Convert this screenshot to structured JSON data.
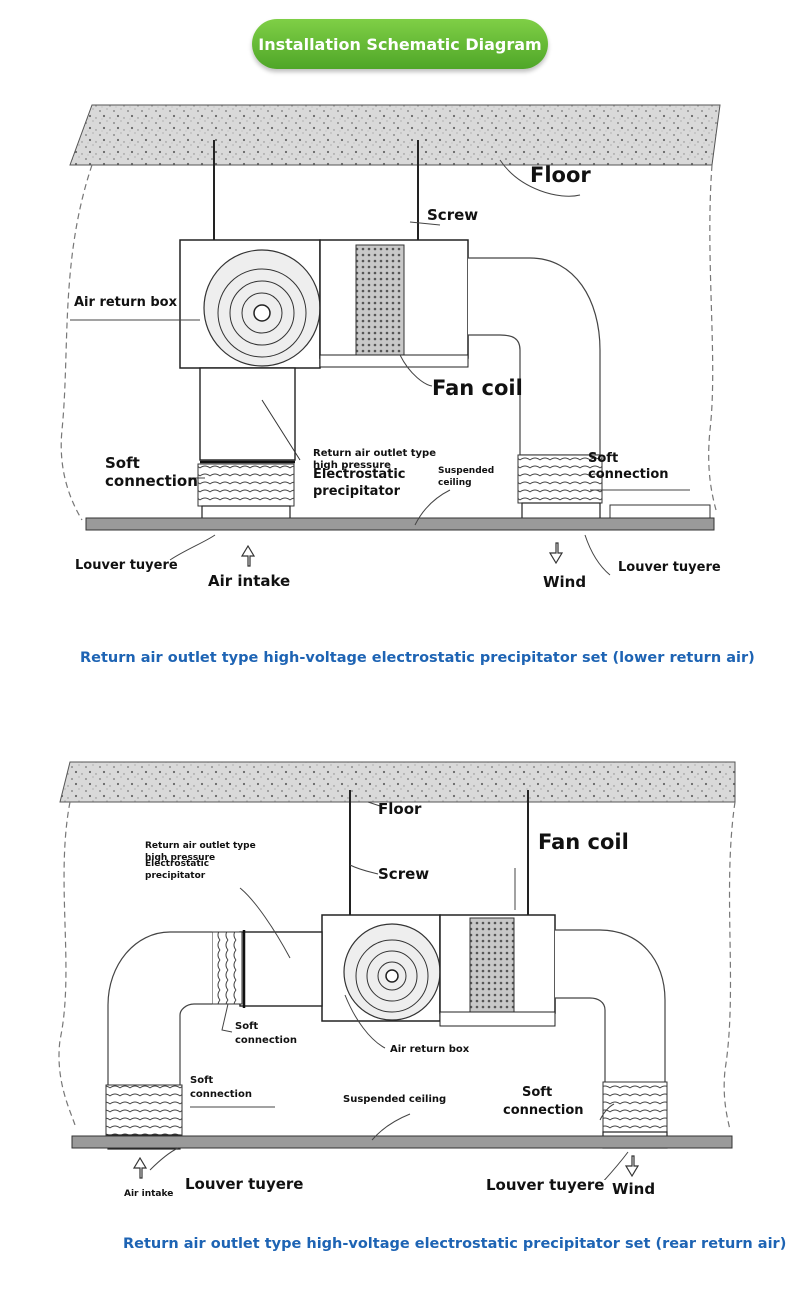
{
  "header": {
    "title": "Installation Schematic Diagram"
  },
  "diagram_lower": {
    "floor": "Floor",
    "screw": "Screw",
    "air_return_box": "Air return box",
    "fan_coil": "Fan coil",
    "precipitator_l1": "Return air outlet type",
    "precipitator_l2": "high pressure",
    "precipitator_l3": "Electrostatic",
    "precipitator_l4": "precipitator",
    "soft_left_1": "Soft",
    "soft_left_2": "connection",
    "suspended_1": "Suspended",
    "suspended_2": "ceiling",
    "soft_right_1": "Soft",
    "soft_right_2": "connection",
    "louver_left": "Louver tuyere",
    "air_intake": "Air intake",
    "wind": "Wind",
    "louver_right": "Louver tuyere",
    "caption": "Return air outlet type high-voltage electrostatic precipitator set (lower return air)"
  },
  "diagram_rear": {
    "floor": "Floor",
    "fan_coil": "Fan coil",
    "precipitator_l1": "Return air outlet type",
    "precipitator_l2": "high pressure",
    "precipitator_l3": "Electrostatic",
    "precipitator_l4": "precipitator",
    "screw": "Screw",
    "soft_mid_1": "Soft",
    "soft_mid_2": "connection",
    "air_return_box": "Air return box",
    "soft_left_1": "Soft",
    "soft_left_2": "connection",
    "suspended_ceiling": "Suspended ceiling",
    "soft_right_1": "Soft",
    "soft_right_2": "connection",
    "air_intake": "Air intake",
    "louver_left": "Louver tuyere",
    "louver_right": "Louver tuyere",
    "wind": "Wind",
    "caption": "Return air outlet type high-voltage electrostatic precipitator set (rear return air)"
  }
}
